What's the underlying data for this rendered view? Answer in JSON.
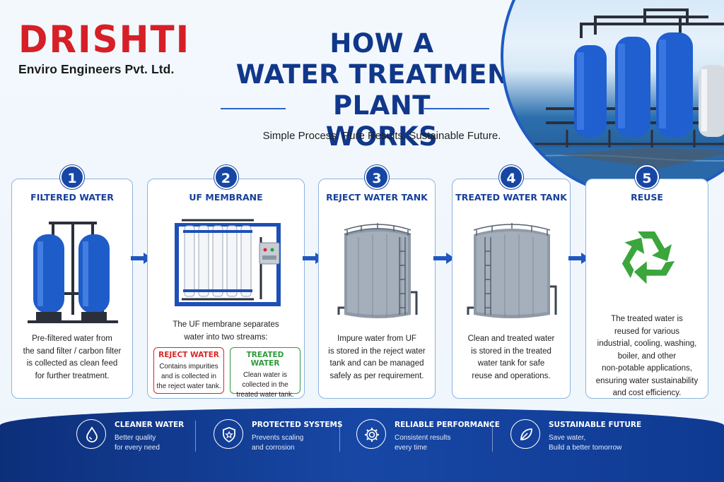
{
  "logo": {
    "brand": "DRISHTI",
    "sub": "Enviro Engineers Pvt. Ltd."
  },
  "header": {
    "title_line1": "HOW A",
    "title_line2": "WATER TREATMENT PLANT",
    "title_line3": "WORKS",
    "tagline": "Simple Process. Pure Results. Sustainable Future."
  },
  "colors": {
    "brand_red": "#d61f26",
    "primary_blue": "#16409a",
    "reject_red": "#d62828",
    "treated_green": "#2e9a3c",
    "recycle_green": "#3aa63c"
  },
  "steps": [
    {
      "number": "1",
      "title": "FILTERED WATER",
      "icon": "filter-vessels-icon",
      "desc_lines": [
        "Pre-filtered water from",
        "the sand filter / carbon filter",
        "is collected as clean feed",
        "for further treatment."
      ]
    },
    {
      "number": "2",
      "title": "UF MEMBRANE",
      "icon": "uf-membrane-skid-icon",
      "desc_lines": [
        "The UF membrane separates",
        "water into two streams:"
      ],
      "reject": {
        "title": "REJECT WATER",
        "lines": [
          "Contains impurities",
          "and is collected in",
          "the reject water tank."
        ]
      },
      "treated": {
        "title": "TREATED WATER",
        "lines": [
          "Clean water is",
          "collected in the",
          "treated water tank."
        ]
      }
    },
    {
      "number": "3",
      "title": "REJECT WATER TANK",
      "icon": "storage-tank-icon",
      "desc_lines": [
        "Impure water from UF",
        "is stored in the reject water",
        "tank and can be managed",
        "safely as per requirement."
      ]
    },
    {
      "number": "4",
      "title": "TREATED WATER TANK",
      "icon": "storage-tank-icon",
      "desc_lines": [
        "Clean and treated water",
        "is stored in the treated",
        "water tank for safe",
        "reuse and operations."
      ]
    },
    {
      "number": "5",
      "title": "REUSE",
      "icon": "recycle-icon",
      "desc_lines": [
        "The treated water is",
        "reused for various",
        "industrial, cooling, washing,",
        "boiler, and other",
        "non-potable applications,",
        "ensuring water sustainability",
        "and cost efficiency."
      ]
    }
  ],
  "footer": [
    {
      "title": "CLEANER WATER",
      "lines": [
        "Better quality",
        "for every need"
      ],
      "icon": "water-drop-icon"
    },
    {
      "title": "PROTECTED SYSTEMS",
      "lines": [
        "Prevents scaling",
        "and corrosion"
      ],
      "icon": "shield-star-icon"
    },
    {
      "title": "RELIABLE PERFORMANCE",
      "lines": [
        "Consistent results",
        "every time"
      ],
      "icon": "gear-icon"
    },
    {
      "title": "SUSTAINABLE FUTURE",
      "lines": [
        "Save water,",
        "Build a better tomorrow"
      ],
      "icon": "leaf-icon"
    }
  ]
}
